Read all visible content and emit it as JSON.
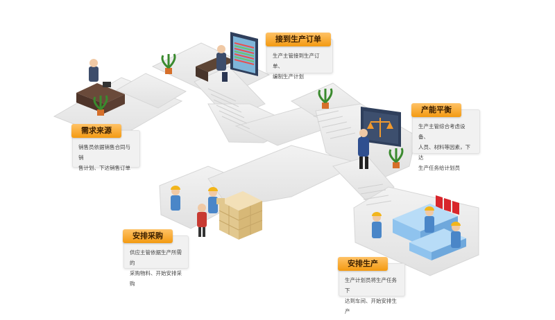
{
  "steps": {
    "demand": {
      "title": "需求来源",
      "line1": "销售员依据销售合同与销",
      "line2": "售计划、下达销售订单"
    },
    "order": {
      "title": "接到生产订单",
      "line1": "生产主管接到生产订单、",
      "line2": "编制生产计划"
    },
    "capacity": {
      "title": "产能平衡",
      "line1": "生产主管综合考虑设备、",
      "line2": "人员、材料等因素，下达",
      "line3": "生产任务给计划员"
    },
    "purchase": {
      "title": "安排采购",
      "line1": "供应主管依据生产所需的",
      "line2": "采购物料、开始安排采购"
    },
    "production": {
      "title": "安排生产",
      "line1": "生产计划员将生产任务下",
      "line2": "达到车间、开始安排生产"
    }
  },
  "colors": {
    "tag_top": "#ffc266",
    "tag_bottom": "#f39a12",
    "floor": "#e9e9e9",
    "floor_edge": "#cfcfcf",
    "worker_blue": "#4a86c8",
    "hardhat": "#f2b51b",
    "machine_blue": "#8fc3ee",
    "red_panel": "#d8262c"
  },
  "icons": [
    "desk-icon",
    "monitor-wall-icon",
    "plant-icon",
    "balance-board-icon",
    "boxes-icon",
    "machine-icon",
    "worker-icon"
  ]
}
